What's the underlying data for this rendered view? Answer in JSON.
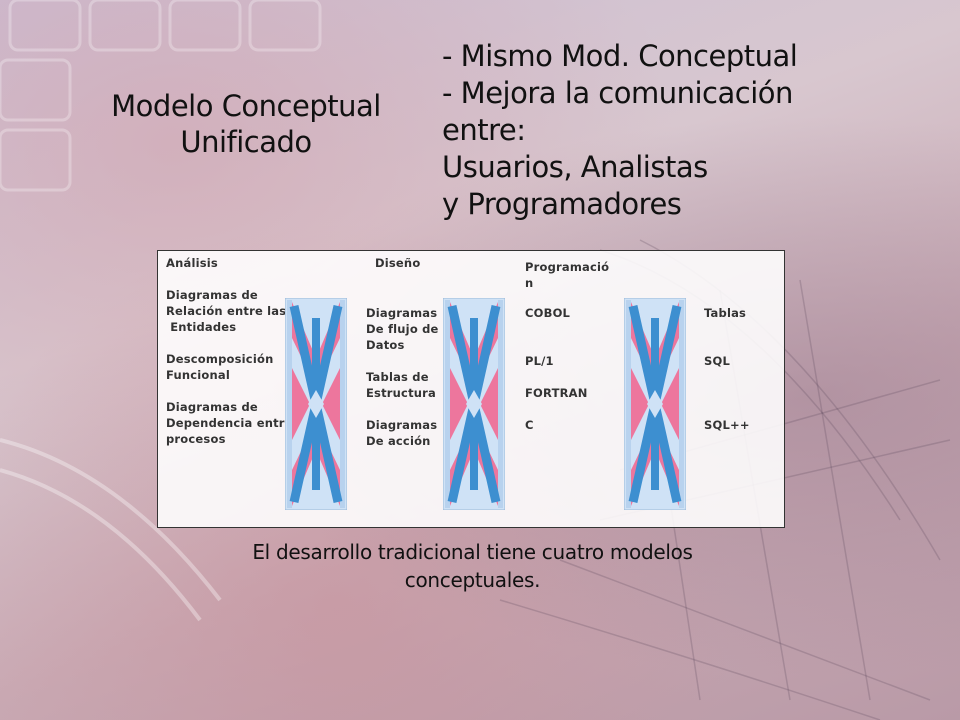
{
  "slide": {
    "title_line1": "Modelo Conceptual",
    "title_line2": "Unificado",
    "bullets": [
      "- Mismo Mod. Conceptual",
      "- Mejora la comunicación",
      "entre:",
      "Usuarios, Analistas",
      "y Programadores"
    ],
    "caption_line1": "El desarrollo tradicional tiene cuatro modelos",
    "caption_line2": "conceptuales."
  },
  "diagram": {
    "analisis": {
      "heading": "Análisis",
      "item1": "Diagramas de\nRelación entre las\n Entidades",
      "item2": "Descomposición\nFuncional",
      "item3": "Diagramas de\nDependencia entre\nprocesos"
    },
    "diseno": {
      "heading": "Diseño",
      "item1": "Diagramas\nDe flujo de\nDatos",
      "item2": "Tablas de\nEstructura",
      "item3": "Diagramas\nDe acción"
    },
    "programacion": {
      "heading": "Programació\nn",
      "item1": "COBOL",
      "item2": "PL/1",
      "item3": "FORTRAN",
      "item4": "C"
    },
    "datos": {
      "item1": "Tablas",
      "item2": "SQL",
      "item3": "SQL++"
    },
    "colors": {
      "pink": "#f06a93",
      "blue": "#3d8fd0",
      "pale": "#cfe2f6"
    }
  }
}
